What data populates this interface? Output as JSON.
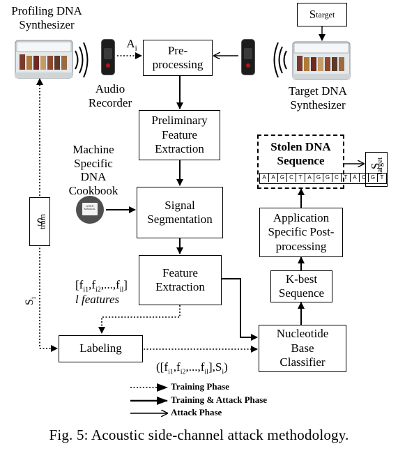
{
  "nodes": {
    "profiling_synth": "Profiling DNA\nSynthesizer",
    "audio_recorder": "Audio\nRecorder",
    "a_i": "A",
    "a_i_sub": "i",
    "preprocessing": "Pre-\nprocessing",
    "s_target_top": "S",
    "s_target_top_sub": "target",
    "target_synth": "Target DNA\nSynthesizer",
    "preliminary": "Preliminary\nFeature\nExtraction",
    "cookbook": "Machine\nSpecific\nDNA\nCookbook",
    "book_text": "USER\nMANUAL",
    "segmentation": "Signal\nSegmentation",
    "feature_extraction": "Feature\nExtraction",
    "stolen_title": "Stolen DNA\nSequence",
    "sequence": [
      "A",
      "A",
      "G",
      "C",
      "T",
      "A",
      "G",
      "G",
      "C",
      "T",
      "A",
      "C",
      "G",
      "T"
    ],
    "s_hat": "S",
    "s_hat_sub": "target",
    "post_processing": "Application\nSpecific Post-\nprocessing",
    "k_best": "K-best\nSequence",
    "classifier": "Nucleotide\nBase\nClassifier",
    "labeling": "Labeling",
    "s_train": "S",
    "s_train_sub": "train",
    "s_i": "S",
    "s_i_sub": "i",
    "features_vec": "[f",
    "features_count": "l features",
    "label_tuple": "([f"
  },
  "legend": [
    "Training Phase",
    "Training & Attack Phase",
    "Attack Phase"
  ],
  "caption": "Fig. 5: Acoustic side-channel attack methodology.",
  "colors": {
    "line": "#000000",
    "background": "#ffffff"
  }
}
